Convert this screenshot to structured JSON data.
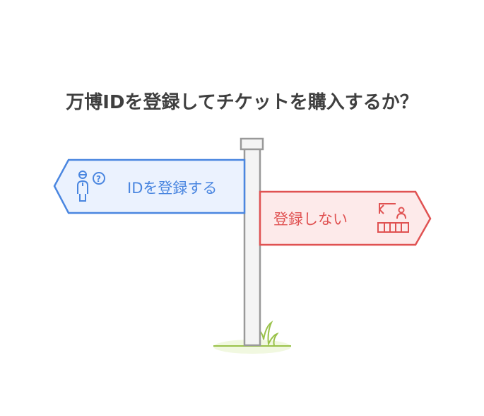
{
  "title": "万博IDを登録してチケットを購入するか？",
  "left_sign": {
    "label": "IDを登録する",
    "icon": "person-question-icon",
    "color": "#4a86e0",
    "fill": "#ebf2fe"
  },
  "right_sign": {
    "label": "登録しない",
    "icon": "ticket-counter-icon",
    "color": "#e05252",
    "fill": "#fdeaea"
  }
}
